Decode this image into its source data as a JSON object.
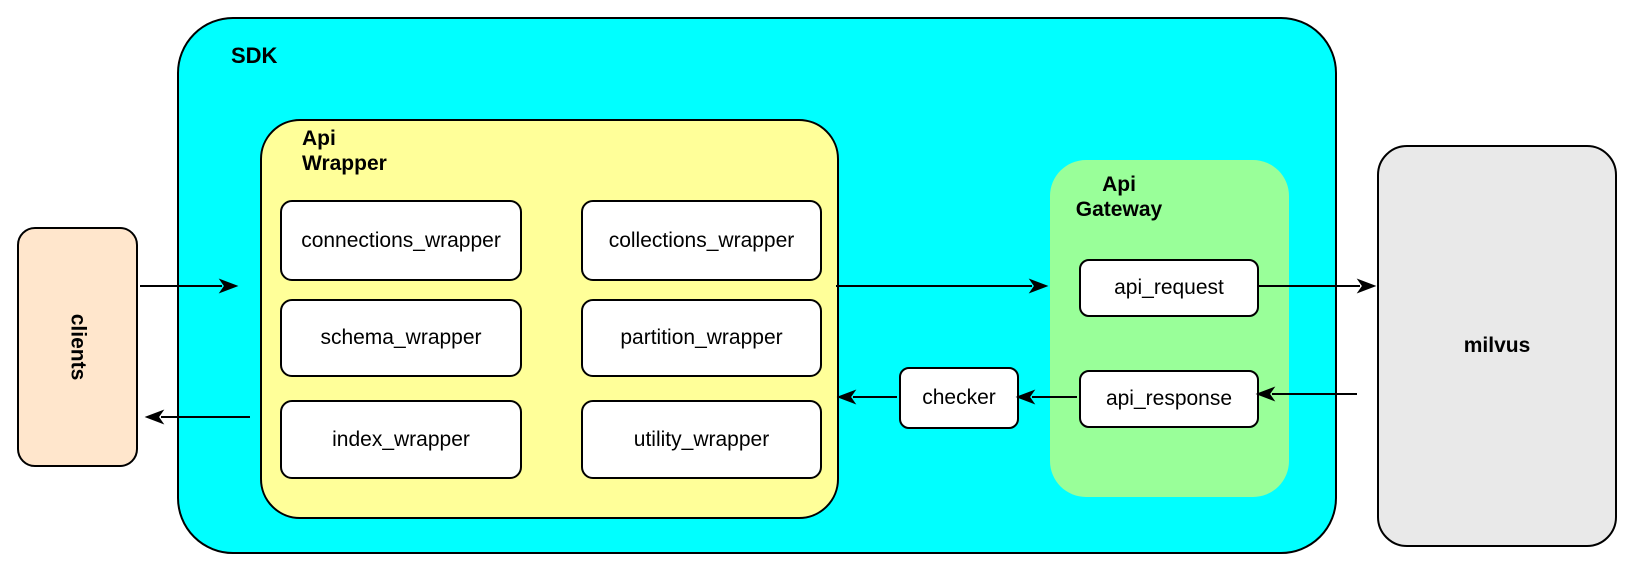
{
  "nodes": {
    "clients": {
      "label": "clients"
    },
    "sdk": {
      "label": "SDK"
    },
    "api_wrapper": {
      "label": "Api Wrapper",
      "boxes": [
        {
          "label": "connections_wrapper"
        },
        {
          "label": "collections_wrapper"
        },
        {
          "label": "schema_wrapper"
        },
        {
          "label": "partition_wrapper"
        },
        {
          "label": "index_wrapper"
        },
        {
          "label": "utility_wrapper"
        }
      ]
    },
    "checker": {
      "label": "checker"
    },
    "api_gateway": {
      "label": "Api Gateway",
      "boxes": [
        {
          "label": "api_request"
        },
        {
          "label": "api_response"
        }
      ]
    },
    "milvus": {
      "label": "milvus"
    }
  },
  "arrows": [
    {
      "from": "clients",
      "to": "api_wrapper",
      "direction": "right"
    },
    {
      "from": "api_wrapper",
      "to": "api_gateway",
      "direction": "right"
    },
    {
      "from": "api_request",
      "to": "milvus",
      "direction": "right"
    },
    {
      "from": "milvus",
      "to": "api_response",
      "direction": "left"
    },
    {
      "from": "api_response",
      "to": "checker",
      "direction": "left"
    },
    {
      "from": "checker",
      "to": "api_wrapper",
      "direction": "left"
    },
    {
      "from": "api_wrapper",
      "to": "clients",
      "direction": "left"
    }
  ],
  "colors": {
    "sdk_fill": "#00FFFF",
    "api_wrapper_fill": "#FFFF99",
    "api_gateway_fill": "#99FF99",
    "clients_fill": "#FFE6CC",
    "milvus_fill": "#E9E9E9",
    "node_fill": "#FFFFFF",
    "stroke": "#000000"
  }
}
